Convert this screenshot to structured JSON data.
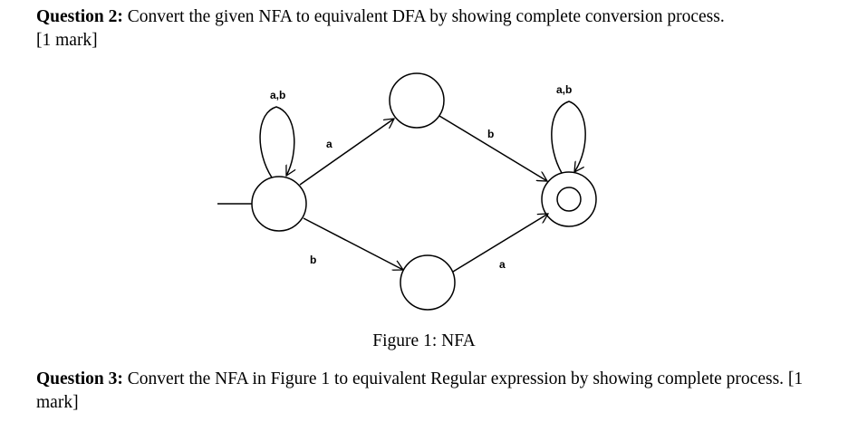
{
  "question2": {
    "label": "Question 2:",
    "text": " Convert the given NFA to equivalent DFA by showing complete conversion process.",
    "marks": "[1 mark]"
  },
  "figure": {
    "caption": "Figure 1: NFA",
    "labels": {
      "start_loop": "a,b",
      "final_loop": "a,b",
      "start_to_top": "a",
      "top_to_final": "b",
      "start_to_bottom": "b",
      "bottom_to_final": "a"
    }
  },
  "question3": {
    "label": "Question 3:",
    "text": " Convert the NFA in Figure 1 to equivalent Regular expression by showing complete process.",
    "marks": "[1 mark]"
  }
}
